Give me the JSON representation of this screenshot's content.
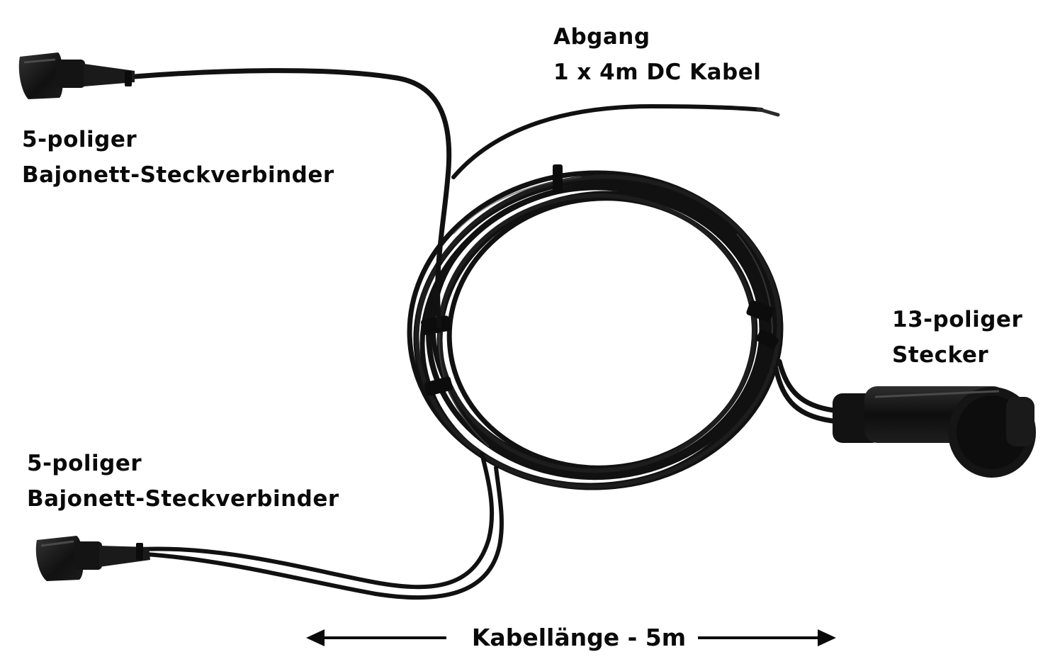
{
  "labels": {
    "connector_top_left": {
      "line1": "5-poliger",
      "line2": "Bajonett-Steckverbinder"
    },
    "connector_bottom_left": {
      "line1": "5-poliger",
      "line2": "Bajonett-Steckverbinder"
    },
    "dc_outlet": {
      "line1": "Abgang",
      "line2": "1 x 4m DC Kabel"
    },
    "plug_13pin": {
      "line1": "13-poliger",
      "line2": "Stecker"
    }
  },
  "dimension": {
    "text": "Kabellänge - 5m"
  },
  "colors": {
    "cable": "#111111",
    "connector": "#1a1a1a",
    "highlight": "#3a3a3a",
    "text": "#0a0a0a",
    "background": "#ffffff"
  }
}
